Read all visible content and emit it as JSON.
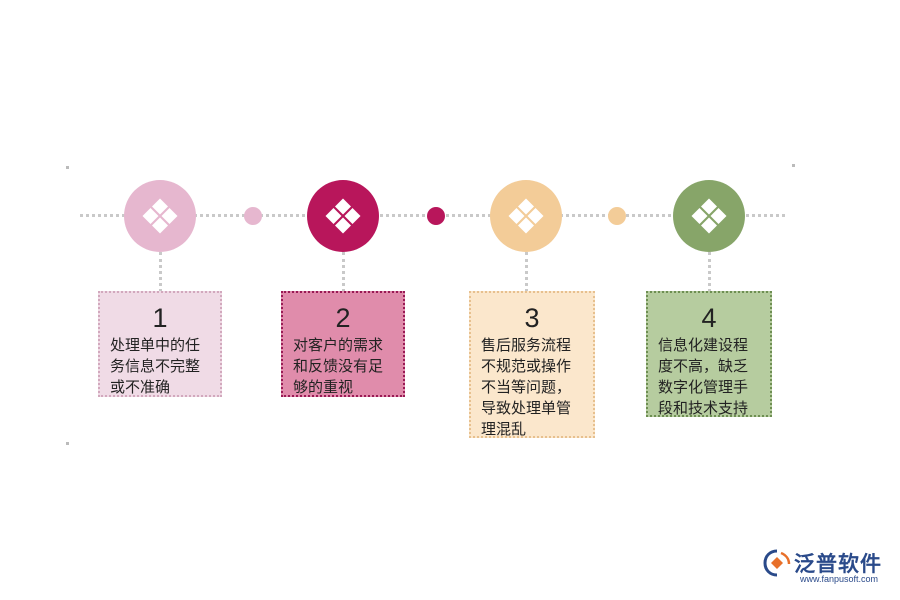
{
  "steps": [
    {
      "number": "1",
      "text": "处理单中的任务信息不完整或不准确",
      "color": "#e6b7cf",
      "card_bg": "#f0dbe6",
      "card_border": "#d2a8bd"
    },
    {
      "number": "2",
      "text": "对客户的需求和反馈没有足够的重视",
      "color": "#b8165b",
      "card_bg": "#e08cab",
      "card_border": "#9a1a55"
    },
    {
      "number": "3",
      "text": "售后服务流程不规范或操作不当等问题，导致处理单管理混乱",
      "color": "#f3cc98",
      "card_bg": "#fbe7cc",
      "card_border": "#e7c08e"
    },
    {
      "number": "4",
      "text": "信息化建设程度不高，缺乏数字化管理手段和技术支持",
      "color": "#87a569",
      "card_bg": "#b6cc9f",
      "card_border": "#6e8f52"
    }
  ],
  "connector_dots": [
    "#e6b7cf",
    "#b8165b",
    "#f3cc98"
  ],
  "logo": {
    "name": "泛普软件",
    "url": "www.fanpusoft.com"
  }
}
